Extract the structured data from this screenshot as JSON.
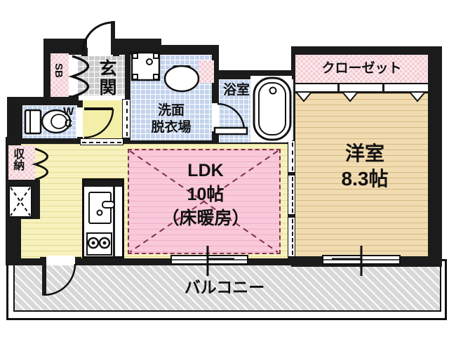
{
  "floorplan": {
    "rooms": {
      "entrance": {
        "label": "玄関"
      },
      "shoe_box": {
        "label": "SB"
      },
      "toilet": {
        "label": "WC"
      },
      "washroom": {
        "line1": "洗面",
        "line2": "脱衣場"
      },
      "bathroom": {
        "label": "浴室"
      },
      "closet": {
        "label": "クローゼット"
      },
      "western_room": {
        "label": "洋室",
        "size": "8.3帖"
      },
      "ldk": {
        "label": "LDK",
        "size": "10帖",
        "note": "（床暖房）"
      },
      "storage": {
        "label": "収納"
      },
      "balcony": {
        "label": "バルコニー"
      }
    },
    "fixtures": [
      "washing-machine-pan",
      "wash-basin",
      "bathtub",
      "toilet-bowl",
      "kitchen-sink",
      "gas-stove-2-burner",
      "refrigerator-space"
    ],
    "colors": {
      "wall": "#1b1b1b",
      "tile_blue": "#c3d3ed",
      "tile_gray": "#cbcbcb",
      "pink_hatch": "#f3cbd2",
      "floor_yellow": "#f7f2bd",
      "floor_tan": "#f1dbb1",
      "heating_pink": "#f9c9da",
      "heating_border": "#7d3344",
      "balcony_gray": "#d8d8d8"
    }
  }
}
